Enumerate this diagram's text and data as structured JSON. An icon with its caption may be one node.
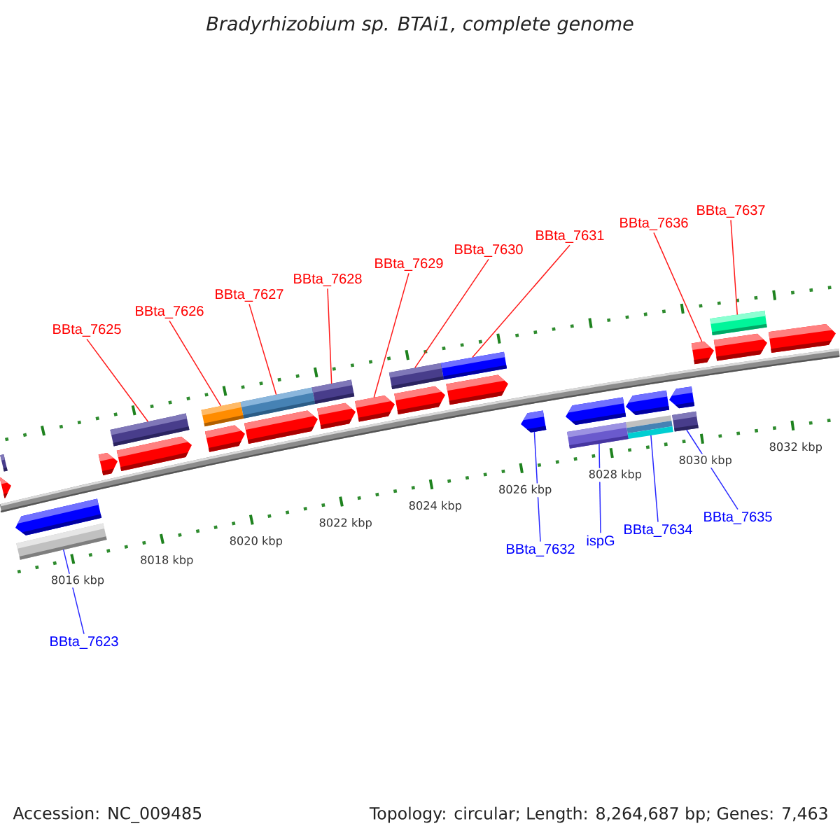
{
  "diagram": {
    "title": "Bradyrhizobium sp. BTAi1, complete genome",
    "nodes": [
      {
        "text": [
          "BBta_7625"
        ]
      },
      {
        "text": [
          "BBta_7626"
        ]
      },
      {
        "text": [
          "BBta_7627"
        ]
      },
      {
        "text": [
          "BBta_7628"
        ]
      },
      {
        "text": [
          "BBta_7629"
        ]
      },
      {
        "text": [
          "BBta_7630"
        ]
      },
      {
        "text": [
          "BBta_7631"
        ]
      },
      {
        "text": [
          "BBta_7636"
        ]
      },
      {
        "text": [
          "BBta_7637"
        ]
      },
      {
        "text": [
          "BBta_7623"
        ]
      },
      {
        "text": [
          "BBta_7632"
        ]
      },
      {
        "text": [
          "ispG"
        ]
      },
      {
        "text": [
          "BBta_7634"
        ]
      },
      {
        "text": [
          "BBta_7635"
        ]
      },
      {
        "text": [],
        "shape": "bar"
      },
      {
        "text": [],
        "shape": "bar"
      },
      {
        "text": [],
        "shape": "bar"
      },
      {
        "text": [],
        "shape": "bar"
      },
      {
        "text": [],
        "shape": "bar"
      },
      {
        "text": [],
        "shape": "bar"
      },
      {
        "text": [],
        "shape": "bar"
      },
      {
        "text": [],
        "shape": "bar"
      },
      {
        "text": [],
        "shape": "pentagon"
      },
      {
        "text": [],
        "shape": "pentagon"
      },
      {
        "text": [],
        "shape": "pentagon"
      },
      {
        "text": [],
        "shape": "pentagon"
      },
      {
        "text": [],
        "shape": "pentagon"
      },
      {
        "text": [],
        "shape": "pentagon"
      },
      {
        "text": [],
        "shape": "pentagon"
      },
      {
        "text": [],
        "shape": "pentagon"
      },
      {
        "text": [],
        "shape": "pentagon"
      },
      {
        "text": [],
        "shape": "pentagon"
      },
      {
        "text": [],
        "shape": "pentagon"
      },
      {
        "text": [],
        "shape": "pentagon"
      },
      {
        "text": [],
        "shape": "pentagon"
      },
      {
        "text": [],
        "shape": "pentagon"
      },
      {
        "text": [],
        "shape": "pentagon"
      },
      {
        "text": [],
        "shape": "pentagon"
      },
      {
        "text": [],
        "shape": "pentagon"
      },
      {
        "text": [],
        "shape": "bar"
      },
      {
        "text": [],
        "shape": "bar"
      },
      {
        "text": [],
        "shape": "bar"
      },
      {
        "text": [],
        "shape": "bar"
      }
    ],
    "edges": [
      {
        "from": 0,
        "to": 15,
        "arrow": "none"
      },
      {
        "from": 1,
        "to": 16,
        "arrow": "none"
      },
      {
        "from": 2,
        "to": 17,
        "arrow": "none"
      },
      {
        "from": 3,
        "to": 18,
        "arrow": "none"
      },
      {
        "from": 4,
        "to": 28,
        "arrow": "none"
      },
      {
        "from": 5,
        "to": 19,
        "arrow": "none"
      },
      {
        "from": 6,
        "to": 20,
        "arrow": "none"
      },
      {
        "from": 7,
        "to": 31,
        "arrow": "none"
      },
      {
        "from": 8,
        "to": 21,
        "arrow": "none"
      },
      {
        "from": 9,
        "to": 39,
        "arrow": "none",
        "color": "#2a2aff"
      },
      {
        "from": 10,
        "to": 35,
        "arrow": "none",
        "color": "#2a2aff"
      },
      {
        "from": 11,
        "to": 40,
        "arrow": "none",
        "color": "#2a2aff"
      },
      {
        "from": 12,
        "to": 41,
        "arrow": "none",
        "color": "#2a2aff"
      },
      {
        "from": 13,
        "to": 42,
        "arrow": "none",
        "color": "#2a2aff"
      }
    ],
    "labels": [
      "8016 kbp",
      "8018 kbp",
      "8020 kbp",
      "8022 kbp",
      "8024 kbp",
      "8026 kbp",
      "8028 kbp",
      "8030 kbp",
      "8032 kbp",
      "Accession: NC_009485",
      "Topology: circular; Length: 8,264,687 bp; Genes: 7,463"
    ]
  }
}
